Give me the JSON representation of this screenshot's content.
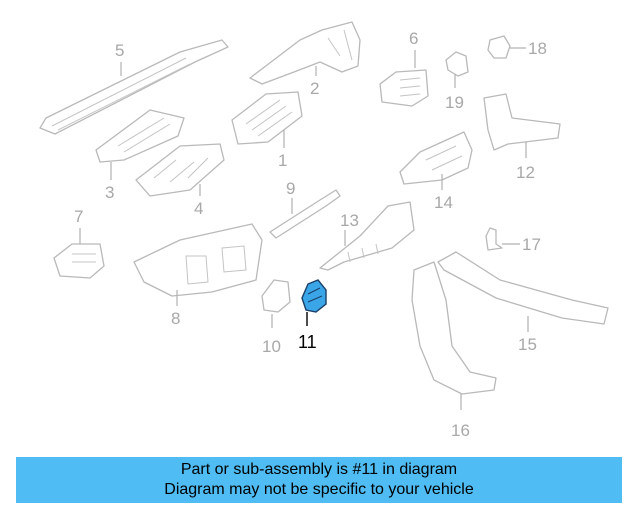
{
  "callouts": {
    "c1": "1",
    "c2": "2",
    "c3": "3",
    "c4": "4",
    "c5": "5",
    "c6": "6",
    "c7": "7",
    "c8": "8",
    "c9": "9",
    "c10": "10",
    "c11": "11",
    "c12": "12",
    "c13": "13",
    "c14": "14",
    "c15": "15",
    "c16": "16",
    "c17": "17",
    "c18": "18",
    "c19": "19"
  },
  "highlight": {
    "part": "11",
    "color": "#3aa6e8"
  },
  "banner": {
    "line1": "Part or sub-assembly is #11 in diagram",
    "line2": "Diagram may not be specific to your vehicle",
    "background": "#4fbcf3"
  }
}
